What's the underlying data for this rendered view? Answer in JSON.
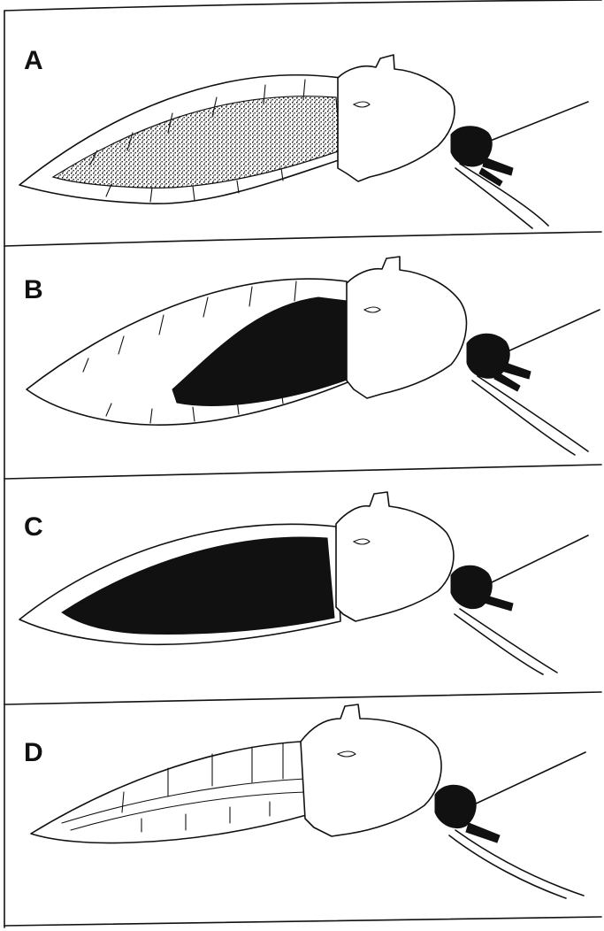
{
  "figure": {
    "panels": [
      {
        "id": "a",
        "label": "A",
        "fill_level": 0.0
      },
      {
        "id": "b",
        "label": "B",
        "fill_level": 0.6
      },
      {
        "id": "c",
        "label": "C",
        "fill_level": 0.95
      },
      {
        "id": "d",
        "label": "D",
        "fill_level": 0.0
      }
    ],
    "colors": {
      "ink": "#111111",
      "paper": "#ffffff",
      "stipple": "#222222"
    }
  }
}
